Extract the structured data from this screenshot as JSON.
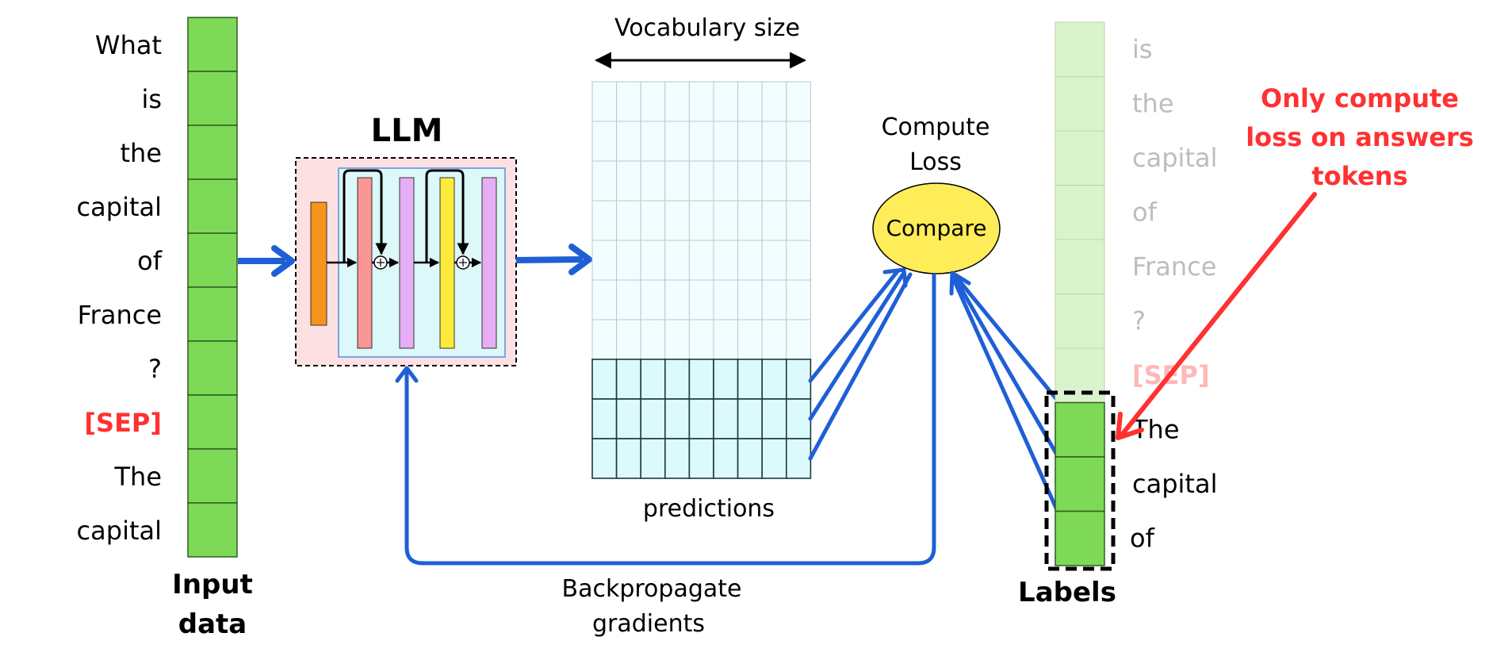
{
  "input": {
    "tokens": [
      "What",
      "is",
      "the",
      "capital",
      "of",
      "France",
      "?",
      "[SEP]",
      "The",
      "capital"
    ],
    "caption_line1": "Input",
    "caption_line2": "data"
  },
  "llm": {
    "title": "LLM"
  },
  "vocab": {
    "label": "Vocabulary size"
  },
  "predictions": {
    "label": "predictions",
    "rows": 10,
    "cols": 9,
    "highlighted_rows": 3
  },
  "compute_loss": {
    "line1": "Compute",
    "line2": "Loss",
    "compare_label": "Compare"
  },
  "backprop": {
    "line1": "Backpropagate",
    "line2": "gradients"
  },
  "labels": {
    "tokens": [
      "is",
      "the",
      "capital",
      "of",
      "France",
      "?",
      "[SEP]",
      "The",
      "capital",
      "of"
    ],
    "answer_count": 3,
    "caption": "Labels"
  },
  "note": {
    "line1": "Only compute",
    "line2": "loss on answers",
    "line3": "tokens"
  },
  "colors": {
    "green": "#7ed957",
    "light_green": "#d9f3cd",
    "red": "#ff3131",
    "blue": "#1f5fd6",
    "cell_fill": "#f1fdfe",
    "cell_fill_highlight": "#dcfafc",
    "compare_fill": "#ffec59",
    "llm_bg": "#fde0e2",
    "llm_inner": "#dcf8f9",
    "faded_gray": "#bdbdbd",
    "faded_red": "#ffb7b7"
  }
}
